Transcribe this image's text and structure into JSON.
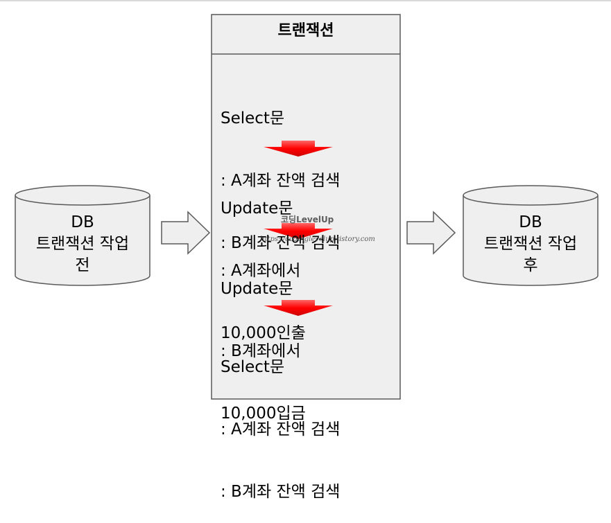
{
  "colors": {
    "box_fill": "#efefef",
    "stroke": "#595959",
    "arrow_red": "#ff0000"
  },
  "db_left": {
    "line1": "DB",
    "line2": "트랜잭션 작업",
    "line3": "전"
  },
  "db_right": {
    "line1": "DB",
    "line2": "트랜잭션 작업",
    "line3": "후"
  },
  "transaction": {
    "title": "트랜잭션",
    "steps": [
      {
        "line1": "Select문",
        "line2": ": A계좌 잔액 검색",
        "line3": ": B계좌 잔액 검색"
      },
      {
        "line1": "Update문",
        "line2": ": A계좌에서",
        "line3": "10,000인출"
      },
      {
        "line1": "Update문",
        "line2": ": B계좌에서",
        "line3": "10,000입금"
      },
      {
        "line1": "Select문",
        "line2": ": A계좌 잔액 검색",
        "line3": ": B계좌 잔액 검색"
      }
    ]
  },
  "watermark": {
    "brand": "코딩LevelUp",
    "url": "https://codinglevelup.tistory.com"
  },
  "icons": {
    "flow_arrow": "right-arrow-icon",
    "step_arrow": "down-arrow-icon",
    "database": "database-cylinder-icon"
  }
}
